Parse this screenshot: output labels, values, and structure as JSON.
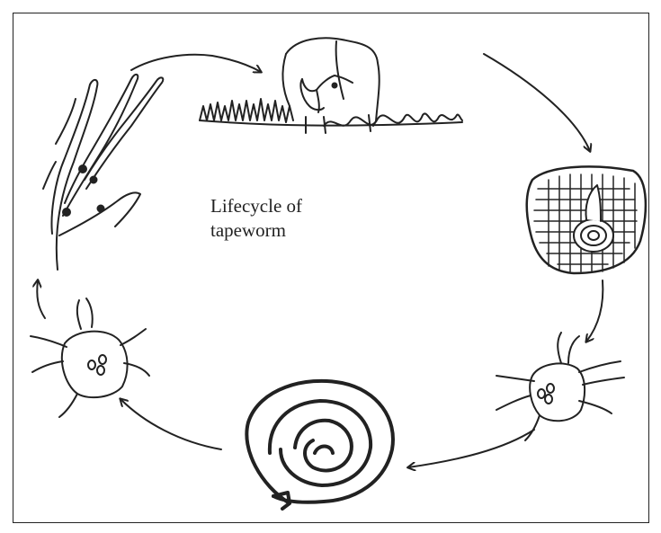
{
  "diagram": {
    "title_line1": "Lifecycle of",
    "title_line2": "tapeworm",
    "stages": [
      {
        "name": "cow-grazing",
        "icon": "cow-icon"
      },
      {
        "name": "infected-meat-cyst",
        "icon": "cyst-icon"
      },
      {
        "name": "mite-host",
        "icon": "mite-icon"
      },
      {
        "name": "coiled-tapeworm",
        "icon": "tapeworm-icon"
      },
      {
        "name": "mite-with-eggs",
        "icon": "mite-icon"
      },
      {
        "name": "grass-with-eggs",
        "icon": "grass-icon"
      }
    ],
    "colors": {
      "ink": "#222222",
      "background": "#ffffff"
    }
  }
}
